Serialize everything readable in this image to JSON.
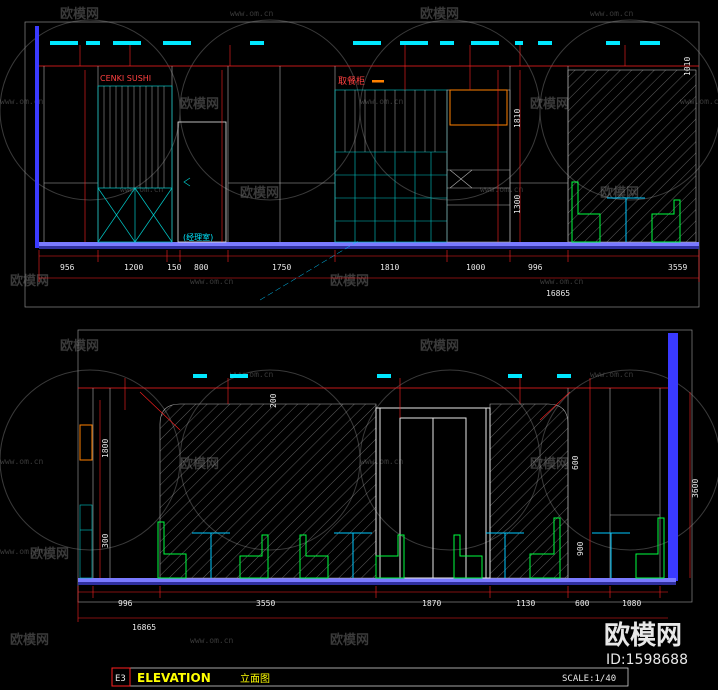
{
  "elevation_top": {
    "label_sushi": "CENKI SUSHI",
    "label_counter": "取餐柜",
    "label_manager": "(经理室)",
    "dims_bottom": [
      "956",
      "1200",
      "150",
      "800",
      "1750",
      "1810",
      "1000",
      "996",
      "3559"
    ],
    "dim_total": "16865",
    "dims_vertical": [
      "1010",
      "1810",
      "1300"
    ]
  },
  "elevation_bottom": {
    "dims_bottom": [
      "996",
      "3550",
      "1870",
      "1130",
      "600",
      "1080"
    ],
    "dim_total": "16865",
    "dims_vertical_left": [
      "1800",
      "300"
    ],
    "dims_vertical_right": [
      "3600",
      "900"
    ],
    "dims_misc": [
      "200",
      "600"
    ]
  },
  "title_block": {
    "code": "E3",
    "title": "ELEVATION",
    "subtitle": "立面图",
    "scale": "SCALE:1/40"
  },
  "watermark": {
    "brand": "欧模网",
    "url": "www.om.cn",
    "id": "ID:1598688"
  }
}
